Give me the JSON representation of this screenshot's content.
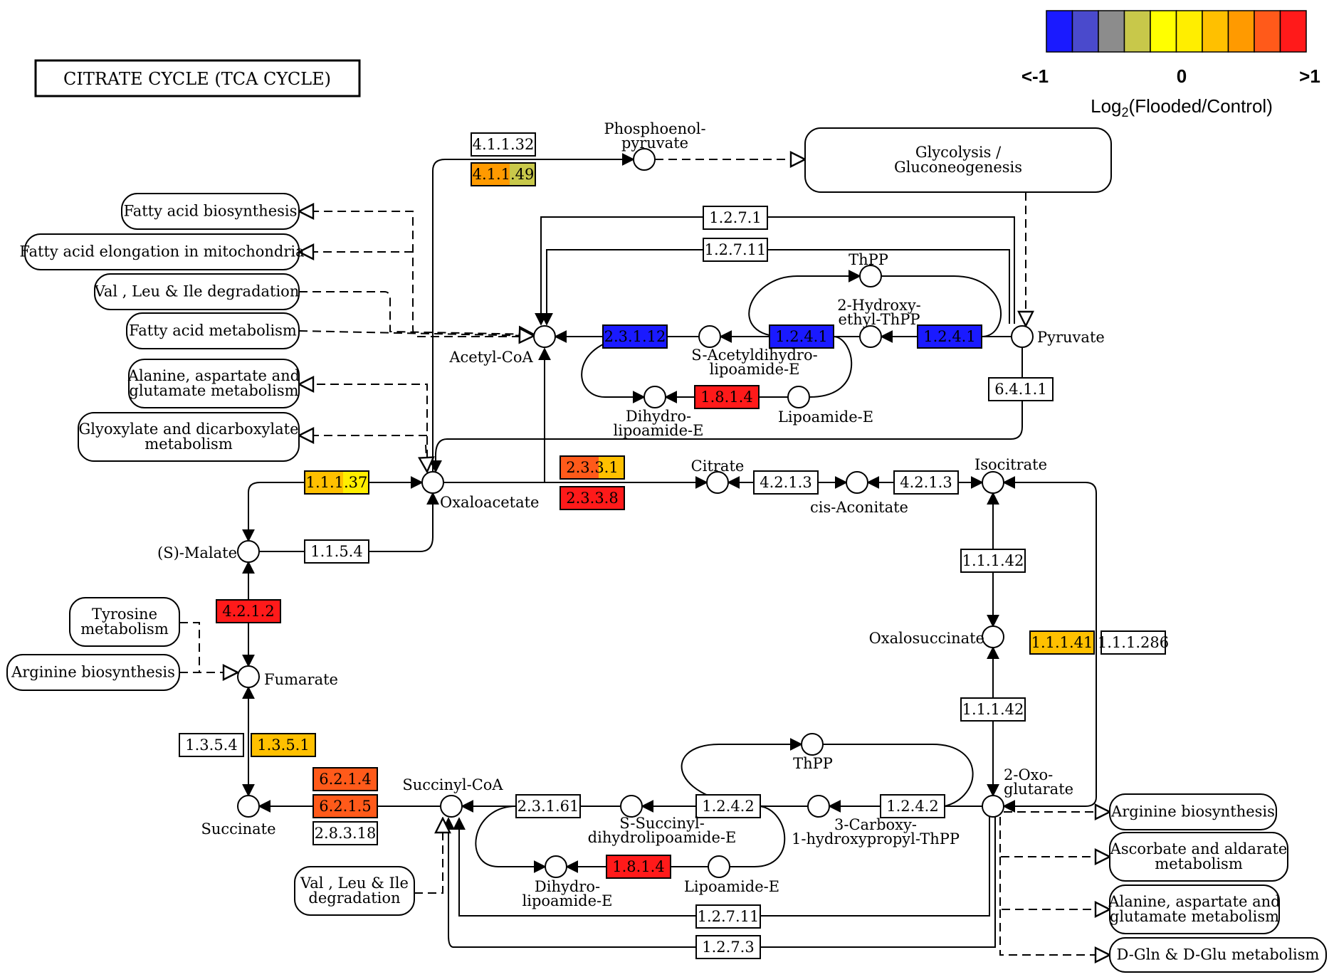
{
  "title": "CITRATE  CYCLE  (TCA CYCLE)",
  "legend": {
    "low_label": "<-1",
    "mid_label": "0",
    "high_label": ">1",
    "axis_label_main": "Log",
    "axis_label_sub": "2",
    "axis_label_rest": "(Flooded/Control)",
    "colors": [
      "#1a1aff",
      "#4a4acc",
      "#8c8c8c",
      "#c8c84a",
      "#ffff00",
      "#ffee00",
      "#ffc000",
      "#ff9a00",
      "#ff5a1a",
      "#ff1a1a"
    ]
  },
  "colors": {
    "white": "#ffffff",
    "blue": "#1a1aff",
    "red": "#ff1a1a",
    "orange_red": "#ff5a1a",
    "orange": "#ff9a00",
    "amber": "#ffc000",
    "olive": "#c8c84a",
    "yellow": "#ffee00"
  },
  "enzymes": [
    {
      "id": "e_4_1_1_32",
      "label": "4.1.1.32",
      "fill": "#ffffff"
    },
    {
      "id": "e_4_1_1_49",
      "label": "4.1.1.49",
      "fill": "#ff9a00",
      "fill2": "#c8c84a"
    },
    {
      "id": "e_1_2_7_1",
      "label": "1.2.7.1",
      "fill": "#ffffff"
    },
    {
      "id": "e_1_2_7_11_top",
      "label": "1.2.7.11",
      "fill": "#ffffff"
    },
    {
      "id": "e_2_3_1_12",
      "label": "2.3.1.12",
      "fill": "#1a1aff"
    },
    {
      "id": "e_1_2_4_1_a",
      "label": "1.2.4.1",
      "fill": "#1a1aff"
    },
    {
      "id": "e_1_2_4_1_b",
      "label": "1.2.4.1",
      "fill": "#1a1aff"
    },
    {
      "id": "e_1_8_1_4_top",
      "label": "1.8.1.4",
      "fill": "#ff1a1a"
    },
    {
      "id": "e_6_4_1_1",
      "label": "6.4.1.1",
      "fill": "#ffffff"
    },
    {
      "id": "e_2_3_3_1",
      "label": "2.3.3.1",
      "fill": "#ff5a1a",
      "fill2": "#ffc000"
    },
    {
      "id": "e_2_3_3_8",
      "label": "2.3.3.8",
      "fill": "#ff1a1a"
    },
    {
      "id": "e_1_1_1_37",
      "label": "1.1.1.37",
      "fill": "#ffc000",
      "fill2": "#ffee00"
    },
    {
      "id": "e_4_2_1_3_a",
      "label": "4.2.1.3",
      "fill": "#ffffff"
    },
    {
      "id": "e_4_2_1_3_b",
      "label": "4.2.1.3",
      "fill": "#ffffff"
    },
    {
      "id": "e_1_1_5_4",
      "label": "1.1.5.4",
      "fill": "#ffffff"
    },
    {
      "id": "e_1_1_1_42_top",
      "label": "1.1.1.42",
      "fill": "#ffffff"
    },
    {
      "id": "e_4_2_1_2",
      "label": "4.2.1.2",
      "fill": "#ff1a1a"
    },
    {
      "id": "e_1_1_1_41",
      "label": "1.1.1.41",
      "fill": "#ffc000"
    },
    {
      "id": "e_1_1_1_286",
      "label": "1.1.1.286",
      "fill": "#ffffff"
    },
    {
      "id": "e_1_1_1_42_bot",
      "label": "1.1.1.42",
      "fill": "#ffffff"
    },
    {
      "id": "e_1_3_5_4",
      "label": "1.3.5.4",
      "fill": "#ffffff"
    },
    {
      "id": "e_1_3_5_1",
      "label": "1.3.5.1",
      "fill": "#ffc000"
    },
    {
      "id": "e_6_2_1_4",
      "label": "6.2.1.4",
      "fill": "#ff5a1a"
    },
    {
      "id": "e_6_2_1_5",
      "label": "6.2.1.5",
      "fill": "#ff5a1a"
    },
    {
      "id": "e_2_8_3_18",
      "label": "2.8.3.18",
      "fill": "#ffffff"
    },
    {
      "id": "e_2_3_1_61",
      "label": "2.3.1.61",
      "fill": "#ffffff"
    },
    {
      "id": "e_1_2_4_2_a",
      "label": "1.2.4.2",
      "fill": "#ffffff"
    },
    {
      "id": "e_1_2_4_2_b",
      "label": "1.2.4.2",
      "fill": "#ffffff"
    },
    {
      "id": "e_1_8_1_4_bot",
      "label": "1.8.1.4",
      "fill": "#ff1a1a"
    },
    {
      "id": "e_1_2_7_11_bot",
      "label": "1.2.7.11",
      "fill": "#ffffff"
    },
    {
      "id": "e_1_2_7_3",
      "label": "1.2.7.3",
      "fill": "#ffffff"
    }
  ],
  "compounds": [
    {
      "id": "c_pep",
      "label": [
        "Phosphoenol-",
        "pyruvate"
      ]
    },
    {
      "id": "c_thpp_top",
      "label": [
        "ThPP"
      ]
    },
    {
      "id": "c_hydroxyethyl",
      "label": [
        "2-Hydroxy-",
        "ethyl-ThPP"
      ]
    },
    {
      "id": "c_acetylcoa",
      "label": [
        "Acetyl-CoA"
      ]
    },
    {
      "id": "c_sacetyl",
      "label": [
        "S-Acetyldihydro-",
        "lipoamide-E"
      ]
    },
    {
      "id": "c_pyruvate",
      "label": [
        "Pyruvate"
      ]
    },
    {
      "id": "c_dihydro_top",
      "label": [
        "Dihydro-",
        "lipoamide-E"
      ]
    },
    {
      "id": "c_lipoamide_top",
      "label": [
        "Lipoamide-E"
      ]
    },
    {
      "id": "c_citrate",
      "label": [
        "Citrate"
      ]
    },
    {
      "id": "c_isocitrate",
      "label": [
        "Isocitrate"
      ]
    },
    {
      "id": "c_oxaloacetate",
      "label": [
        "Oxaloacetate"
      ]
    },
    {
      "id": "c_cisaconitate",
      "label": [
        "cis-Aconitate"
      ]
    },
    {
      "id": "c_malate",
      "label": [
        "(S)-Malate"
      ]
    },
    {
      "id": "c_oxalosuccinate",
      "label": [
        "Oxalosuccinate"
      ]
    },
    {
      "id": "c_fumarate",
      "label": [
        "Fumarate"
      ]
    },
    {
      "id": "c_thpp_bot",
      "label": [
        "ThPP"
      ]
    },
    {
      "id": "c_oxoglutarate",
      "label": [
        "2-Oxo-",
        "glutarate"
      ]
    },
    {
      "id": "c_succinylcoa",
      "label": [
        "Succinyl-CoA"
      ]
    },
    {
      "id": "c_succinate",
      "label": [
        "Succinate"
      ]
    },
    {
      "id": "c_ssuccinyl",
      "label": [
        "S-Succinyl-",
        "dihydrolipoamide-E"
      ]
    },
    {
      "id": "c_carboxy",
      "label": [
        "3-Carboxy-",
        "1-hydroxypropyl-ThPP"
      ]
    },
    {
      "id": "c_dihydro_bot",
      "label": [
        "Dihydro-",
        "lipoamide-E"
      ]
    },
    {
      "id": "c_lipoamide_bot",
      "label": [
        "Lipoamide-E"
      ]
    }
  ],
  "pathways": [
    {
      "id": "p_glycolysis",
      "label": [
        "Glycolysis /",
        "Gluconeogenesis"
      ]
    },
    {
      "id": "p_fa_biosyn",
      "label": [
        "Fatty acid biosynthesis"
      ]
    },
    {
      "id": "p_fa_elong",
      "label": [
        "Fatty acid elongation in mitochondria"
      ]
    },
    {
      "id": "p_val_top",
      "label": [
        "Val , Leu & Ile degradation"
      ]
    },
    {
      "id": "p_fa_metab",
      "label": [
        "Fatty acid metabolism"
      ]
    },
    {
      "id": "p_ala_left",
      "label": [
        "Alanine, aspartate and",
        "glutamate metabolism"
      ]
    },
    {
      "id": "p_glyox",
      "label": [
        "Glyoxylate and dicarboxylate",
        "metabolism"
      ]
    },
    {
      "id": "p_tyr",
      "label": [
        "Tyrosine",
        "metabolism"
      ]
    },
    {
      "id": "p_arg_left",
      "label": [
        "Arginine biosynthesis"
      ]
    },
    {
      "id": "p_val_bot",
      "label": [
        "Val , Leu & Ile",
        "degradation"
      ]
    },
    {
      "id": "p_arg_right",
      "label": [
        "Arginine biosynthesis"
      ]
    },
    {
      "id": "p_ascorbate",
      "label": [
        "Ascorbate and aldarate",
        "metabolism"
      ]
    },
    {
      "id": "p_ala_right",
      "label": [
        "Alanine, aspartate and",
        "glutamate metabolism"
      ]
    },
    {
      "id": "p_dgln",
      "label": [
        "D-Gln & D-Glu metabolism"
      ]
    }
  ]
}
